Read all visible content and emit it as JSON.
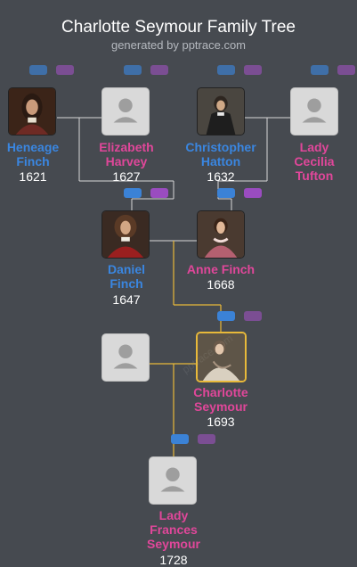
{
  "header": {
    "title": "Charlotte Seymour Family Tree",
    "subtitle": "generated by pptrace.com"
  },
  "watermark": "pptrace.com",
  "people": {
    "heneage": {
      "name_line1": "Heneage",
      "name_line2": "Finch",
      "year": "1621",
      "gender": "male"
    },
    "elizabeth": {
      "name_line1": "Elizabeth",
      "name_line2": "Harvey",
      "year": "1627",
      "gender": "female"
    },
    "christopher": {
      "name_line1": "Christopher",
      "name_line2": "Hatton",
      "year": "1632",
      "gender": "male"
    },
    "cecilia": {
      "name_line1": "Lady",
      "name_line2": "Cecilia",
      "name_line3": "Tufton",
      "year": "",
      "gender": "female"
    },
    "daniel": {
      "name_line1": "Daniel",
      "name_line2": "Finch",
      "year": "1647",
      "gender": "male"
    },
    "anne": {
      "name_line1": "Anne Finch",
      "year": "1668",
      "gender": "female"
    },
    "charlotte": {
      "name_line1": "Charlotte",
      "name_line2": "Seymour",
      "year": "1693",
      "gender": "female",
      "selected": true
    },
    "frances": {
      "name_line1": "Lady",
      "name_line2": "Frances",
      "name_line3": "Seymour",
      "year": "1728",
      "gender": "female"
    }
  },
  "colors": {
    "background": "#464a50",
    "male": "#3a86e0",
    "female": "#e0479a",
    "highlight_line": "#e8b93a",
    "line": "#d8d8d8"
  }
}
